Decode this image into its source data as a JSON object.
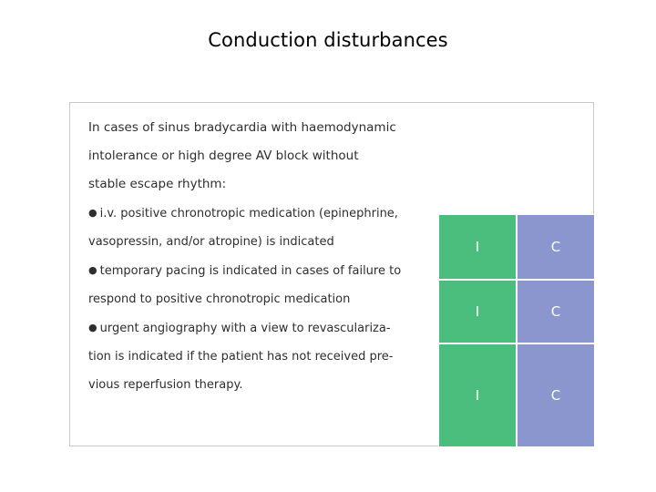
{
  "slide": {
    "title": "Conduction disturbances"
  },
  "content": {
    "intro_lines": [
      "In cases of sinus bradycardia with haemodynamic",
      "intolerance or high degree AV block without",
      "stable escape rhythm:"
    ],
    "bullets": [
      {
        "marker": "●",
        "lines": [
          "i.v. positive chronotropic medication (epinephrine,",
          "vasopressin, and/or atropine) is indicated"
        ],
        "class": "I",
        "level": "C"
      },
      {
        "marker": "●",
        "lines": [
          "temporary pacing is indicated in cases of failure to",
          "respond to positive chronotropic medication"
        ],
        "class": "I",
        "level": "C"
      },
      {
        "marker": "●",
        "lines": [
          "urgent angiography with a view to revasculariza-",
          "tion is indicated if the patient has not received pre-",
          "vious reperfusion therapy."
        ],
        "class": "I",
        "level": "C"
      }
    ]
  },
  "colors": {
    "class_column": "#4bbd7d",
    "level_column": "#8a96cd",
    "text": "#2e2e2e",
    "border": "#c9c9c9"
  }
}
